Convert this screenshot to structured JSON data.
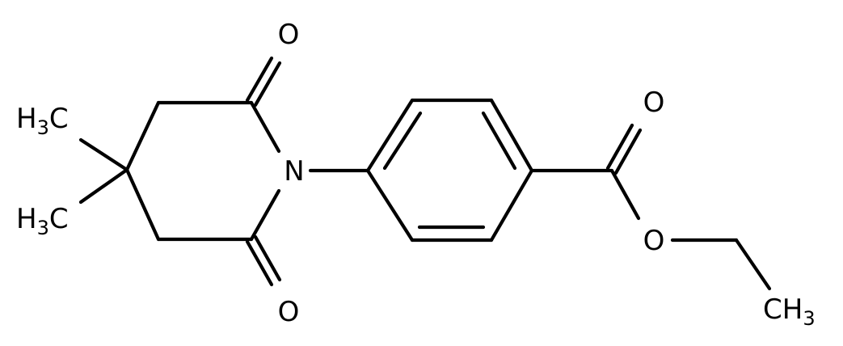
{
  "molecule": {
    "atoms": {
      "o_top": "O",
      "o_bottom": "O",
      "o_carbonyl": "O",
      "o_ester": "O",
      "n_imide": "N",
      "methyl_upper": {
        "h": "H",
        "sub": "3",
        "c": "C"
      },
      "methyl_lower": {
        "h": "H",
        "sub": "3",
        "c": "C"
      },
      "methyl_ethyl": {
        "ch": "CH",
        "sub": "3"
      }
    },
    "colors": {
      "bond": "#000000",
      "label": "#000000",
      "background": "#ffffff"
    }
  }
}
